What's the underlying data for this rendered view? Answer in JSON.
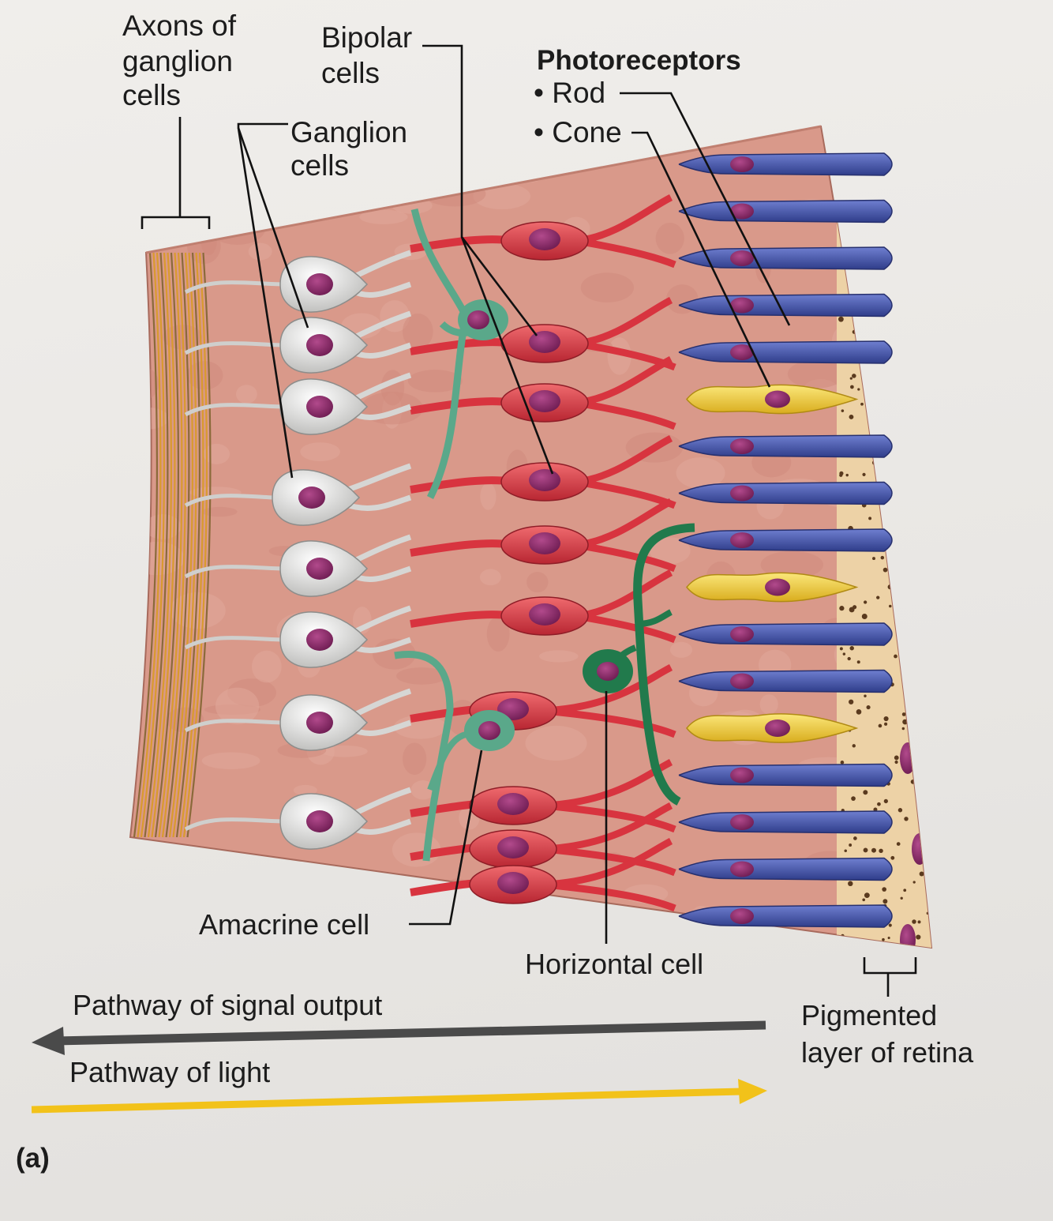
{
  "labels": {
    "axons_of_ganglion_cells": [
      "Axons of",
      "ganglion",
      "cells"
    ],
    "bipolar_cells": [
      "Bipolar",
      "cells"
    ],
    "ganglion_cells": [
      "Ganglion",
      "cells"
    ],
    "photoreceptors": "Photoreceptors",
    "rod": "• Rod",
    "cone": "• Cone",
    "amacrine_cell": "Amacrine cell",
    "horizontal_cell": "Horizontal cell",
    "pigmented_layer": [
      "Pigmented",
      "layer of retina"
    ],
    "pathway_signal_output": "Pathway of signal output",
    "pathway_light": "Pathway of light",
    "panel_letter": "(a)"
  },
  "colors": {
    "tissue": "#d9998a",
    "ganglion_cell": "#e4e4e2",
    "bipolar_cell": "#d8343f",
    "rod": "#3e4fa5",
    "cone": "#f0cf3a",
    "amacrine_cell": "#5aa88a",
    "horizontal_cell": "#217a4c",
    "nucleus": "#8c2a68",
    "pigmented_layer": "#edd2a6",
    "axon_fibers": "#d99a2e",
    "signal_arrow": "#4a4a4a",
    "light_arrow": "#f2c21a"
  },
  "rows": [
    {
      "type": "rod"
    },
    {
      "type": "rod"
    },
    {
      "type": "rod"
    },
    {
      "type": "rod"
    },
    {
      "type": "rod"
    },
    {
      "type": "cone"
    },
    {
      "type": "rod"
    },
    {
      "type": "rod"
    },
    {
      "type": "rod"
    },
    {
      "type": "cone"
    },
    {
      "type": "rod"
    },
    {
      "type": "rod"
    },
    {
      "type": "cone"
    },
    {
      "type": "rod"
    },
    {
      "type": "rod"
    },
    {
      "type": "rod"
    },
    {
      "type": "rod"
    }
  ],
  "ganglion_cell_count": 8,
  "bipolar_cell_count": 10
}
